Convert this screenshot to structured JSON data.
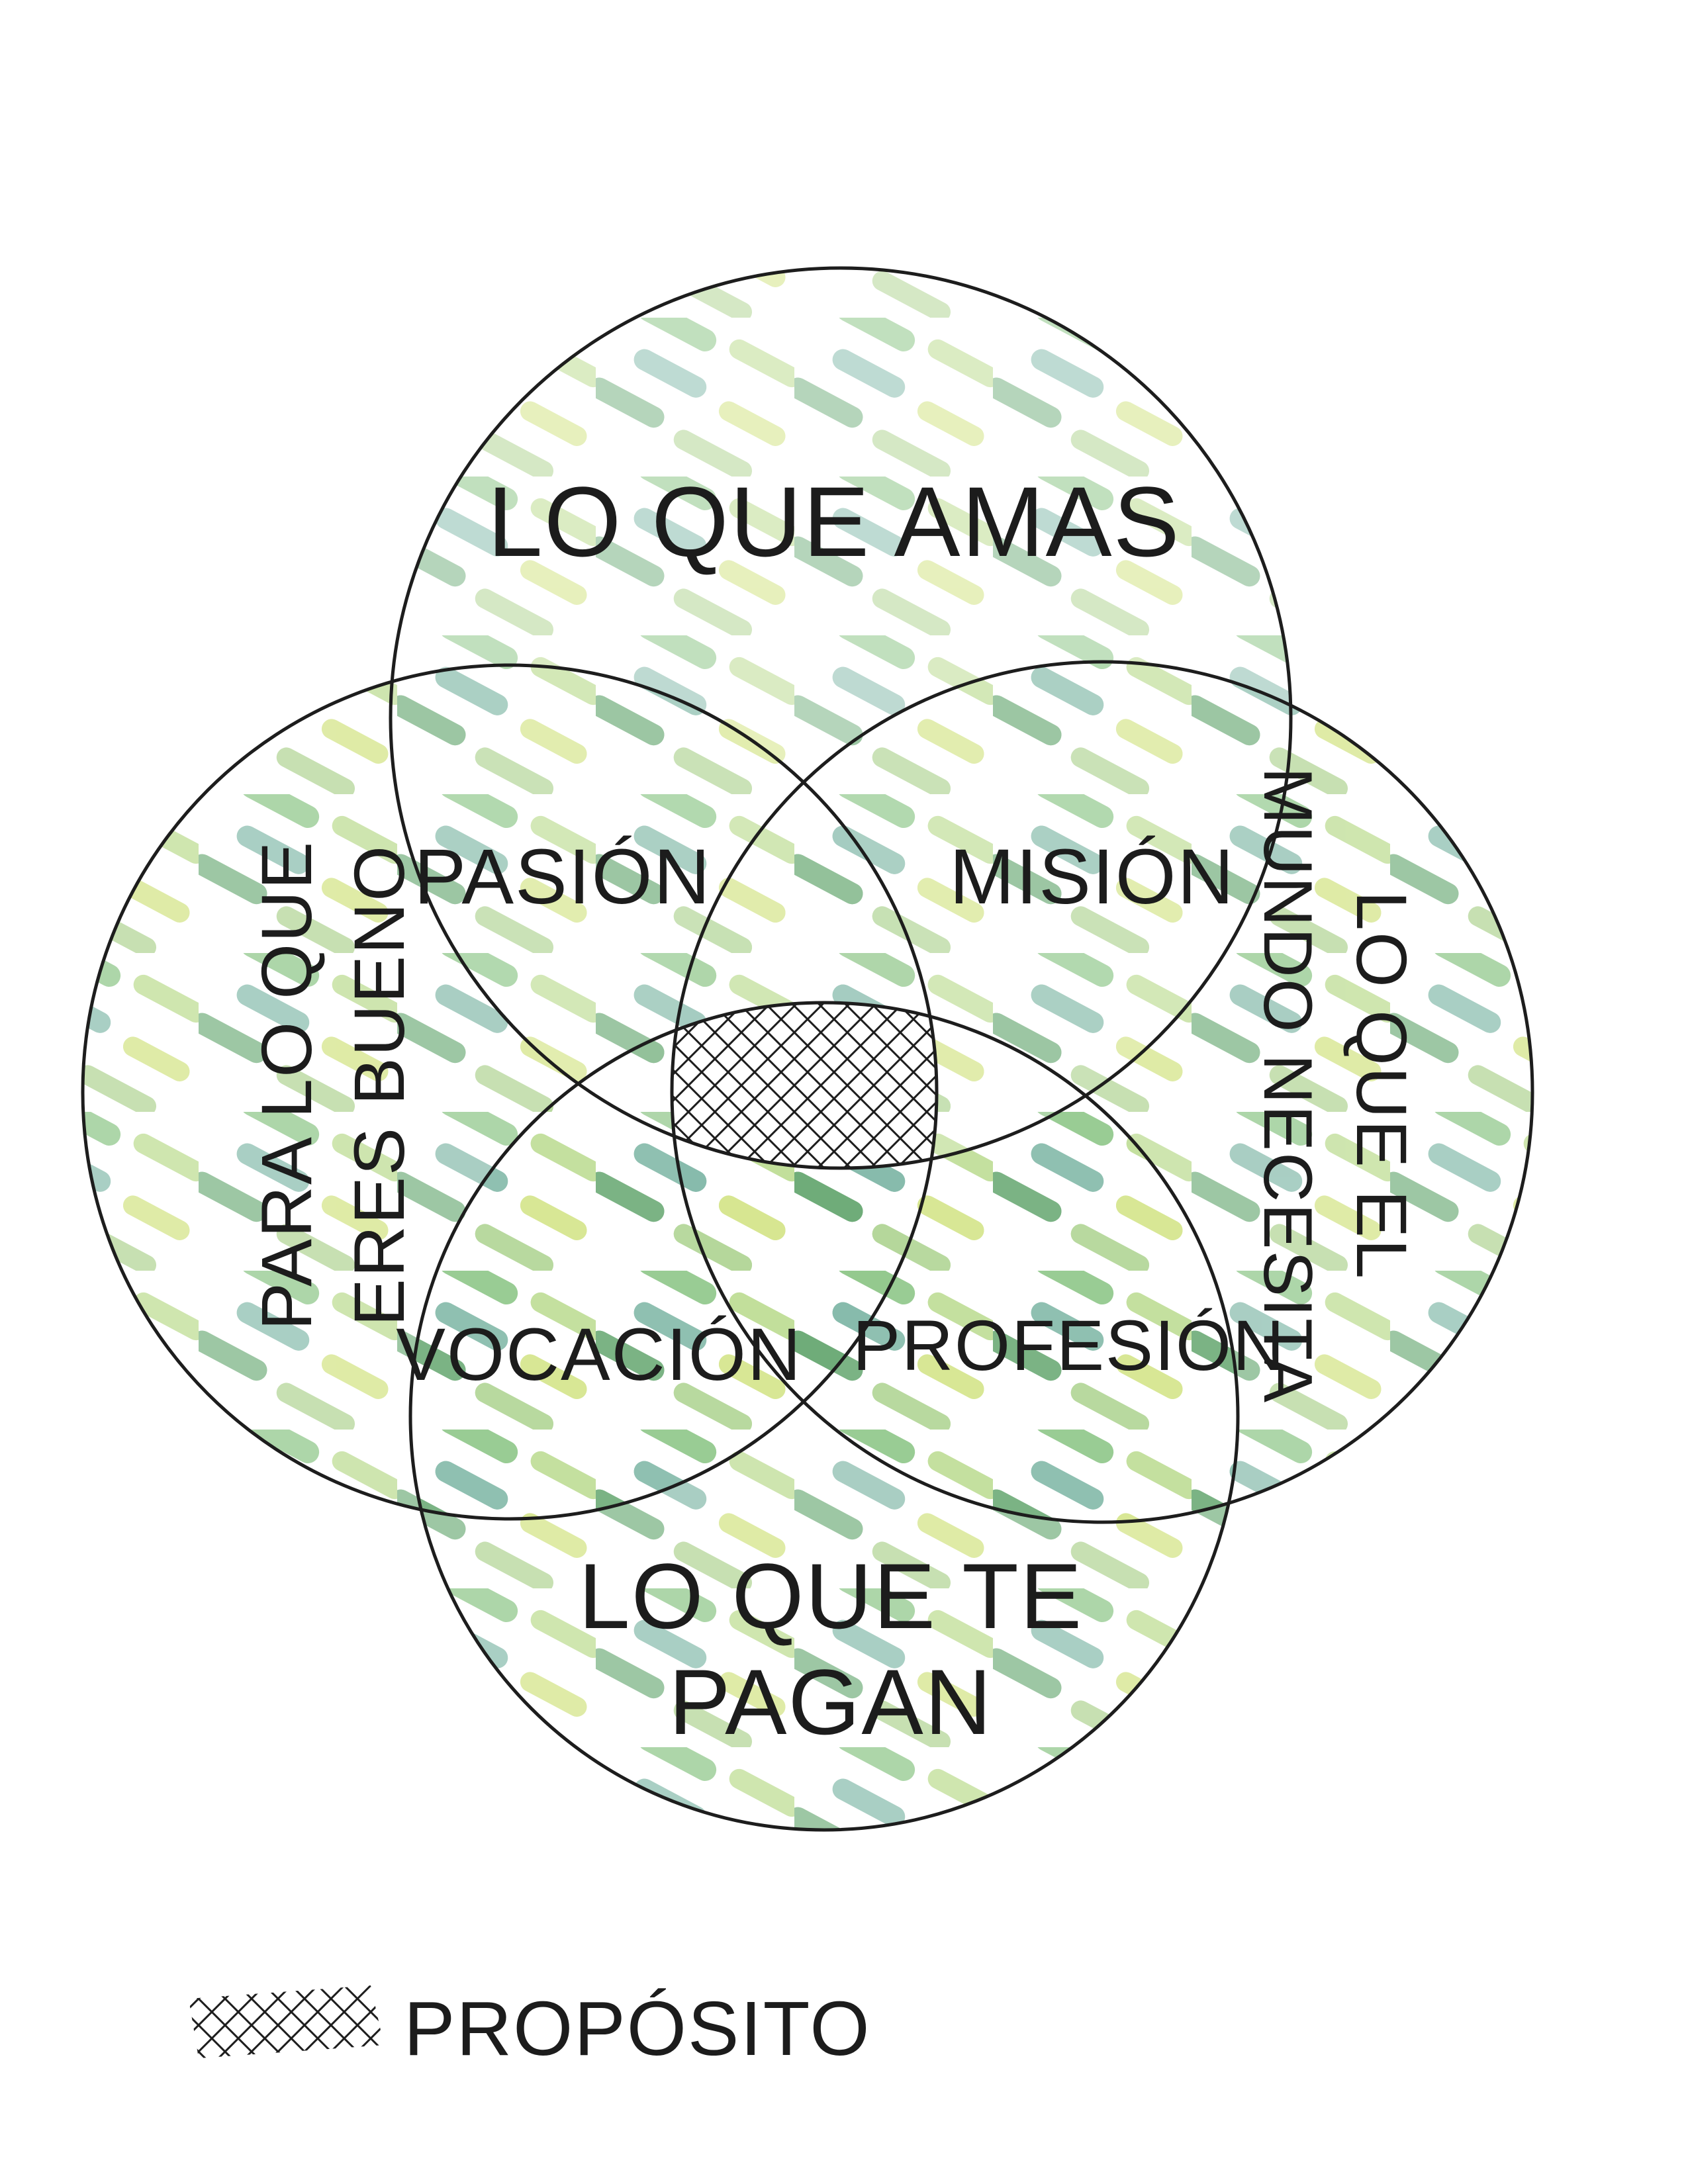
{
  "circles": {
    "top": {
      "label": "LO QUE AMAS"
    },
    "left": {
      "label_line1": "PARA LO QUE",
      "label_line2": "ERES BUENO"
    },
    "right": {
      "label_line1": "LO QUE EL",
      "label_line2": "MUNDO NECESITA"
    },
    "bottom": {
      "label_line1": "LO QUE TE",
      "label_line2": "PAGAN"
    }
  },
  "intersections": {
    "top_left": "PASIÓN",
    "top_right": "MISIÓN",
    "bottom_left": "VOCACIÓN",
    "bottom_right": "PROFESIÓN"
  },
  "legend": {
    "label": "PROPÓSITO",
    "icon": "crosshatch-icon"
  },
  "colors": {
    "stroke": "#1d1d1d",
    "green_dark": "#4f9a5a",
    "green_mid": "#7fbf78",
    "green_light": "#b8d98a",
    "teal": "#6fae9c",
    "yellow_green": "#cfe27d"
  }
}
